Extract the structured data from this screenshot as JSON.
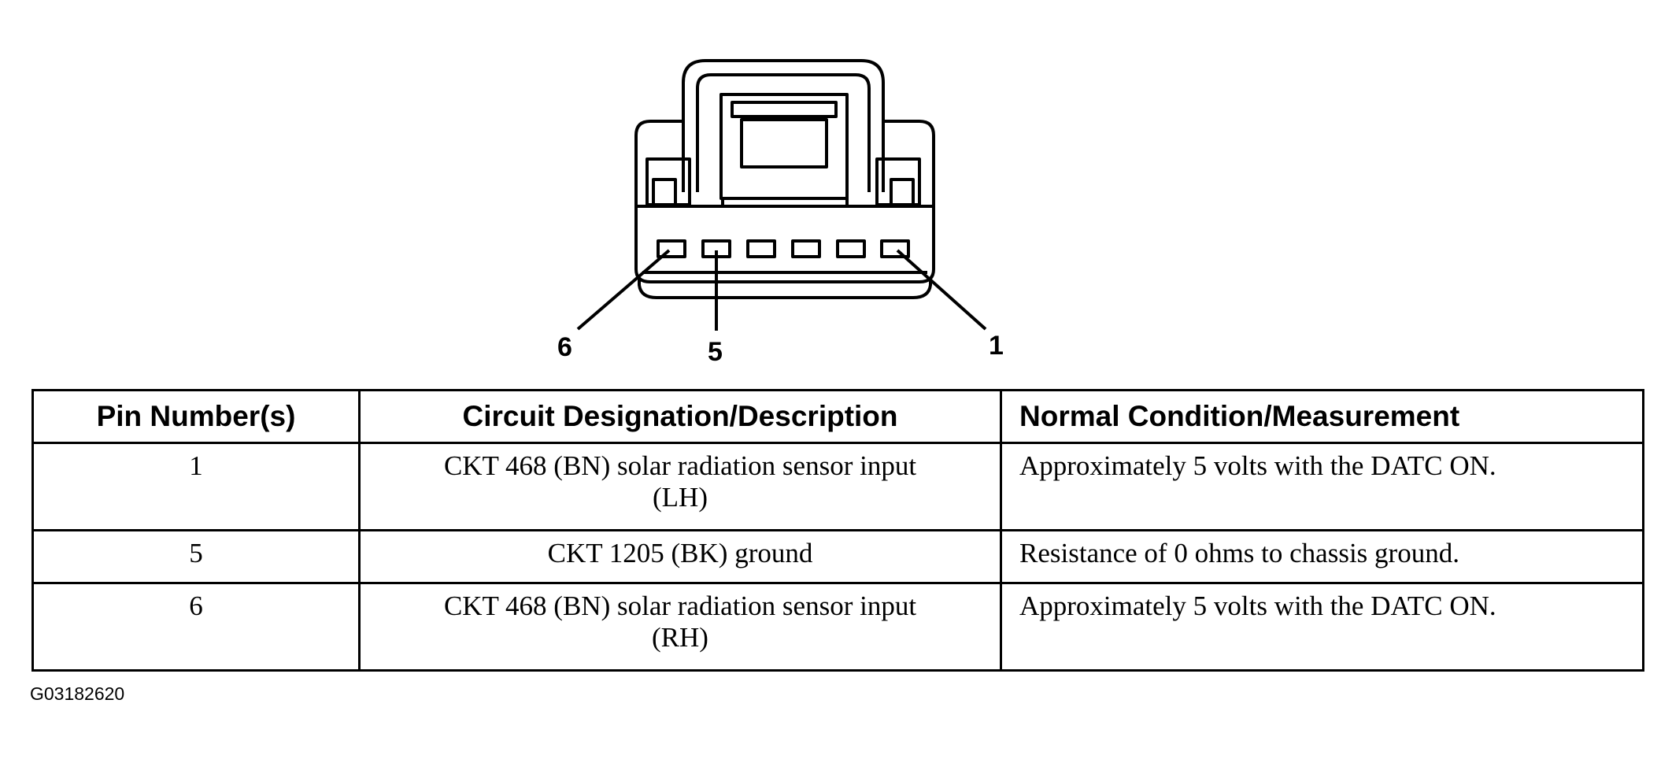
{
  "connector": {
    "pin_callouts": [
      "6",
      "5",
      "1"
    ]
  },
  "table": {
    "headers": [
      "Pin Number(s)",
      "Circuit Designation/Description",
      "Normal Condition/Measurement"
    ],
    "rows": [
      {
        "pin": "1",
        "description_line1": "CKT 468 (BN) solar radiation sensor input",
        "description_line2": "(LH)",
        "measurement": "Approximately 5 volts with the DATC ON."
      },
      {
        "pin": "5",
        "description_line1": "CKT 1205 (BK) ground",
        "description_line2": "",
        "measurement": "Resistance of 0 ohms to chassis ground."
      },
      {
        "pin": "6",
        "description_line1": "CKT 468 (BN) solar radiation sensor input",
        "description_line2": "(RH)",
        "measurement": "Approximately 5 volts with the DATC ON."
      }
    ]
  },
  "figure_code": "G03182620"
}
